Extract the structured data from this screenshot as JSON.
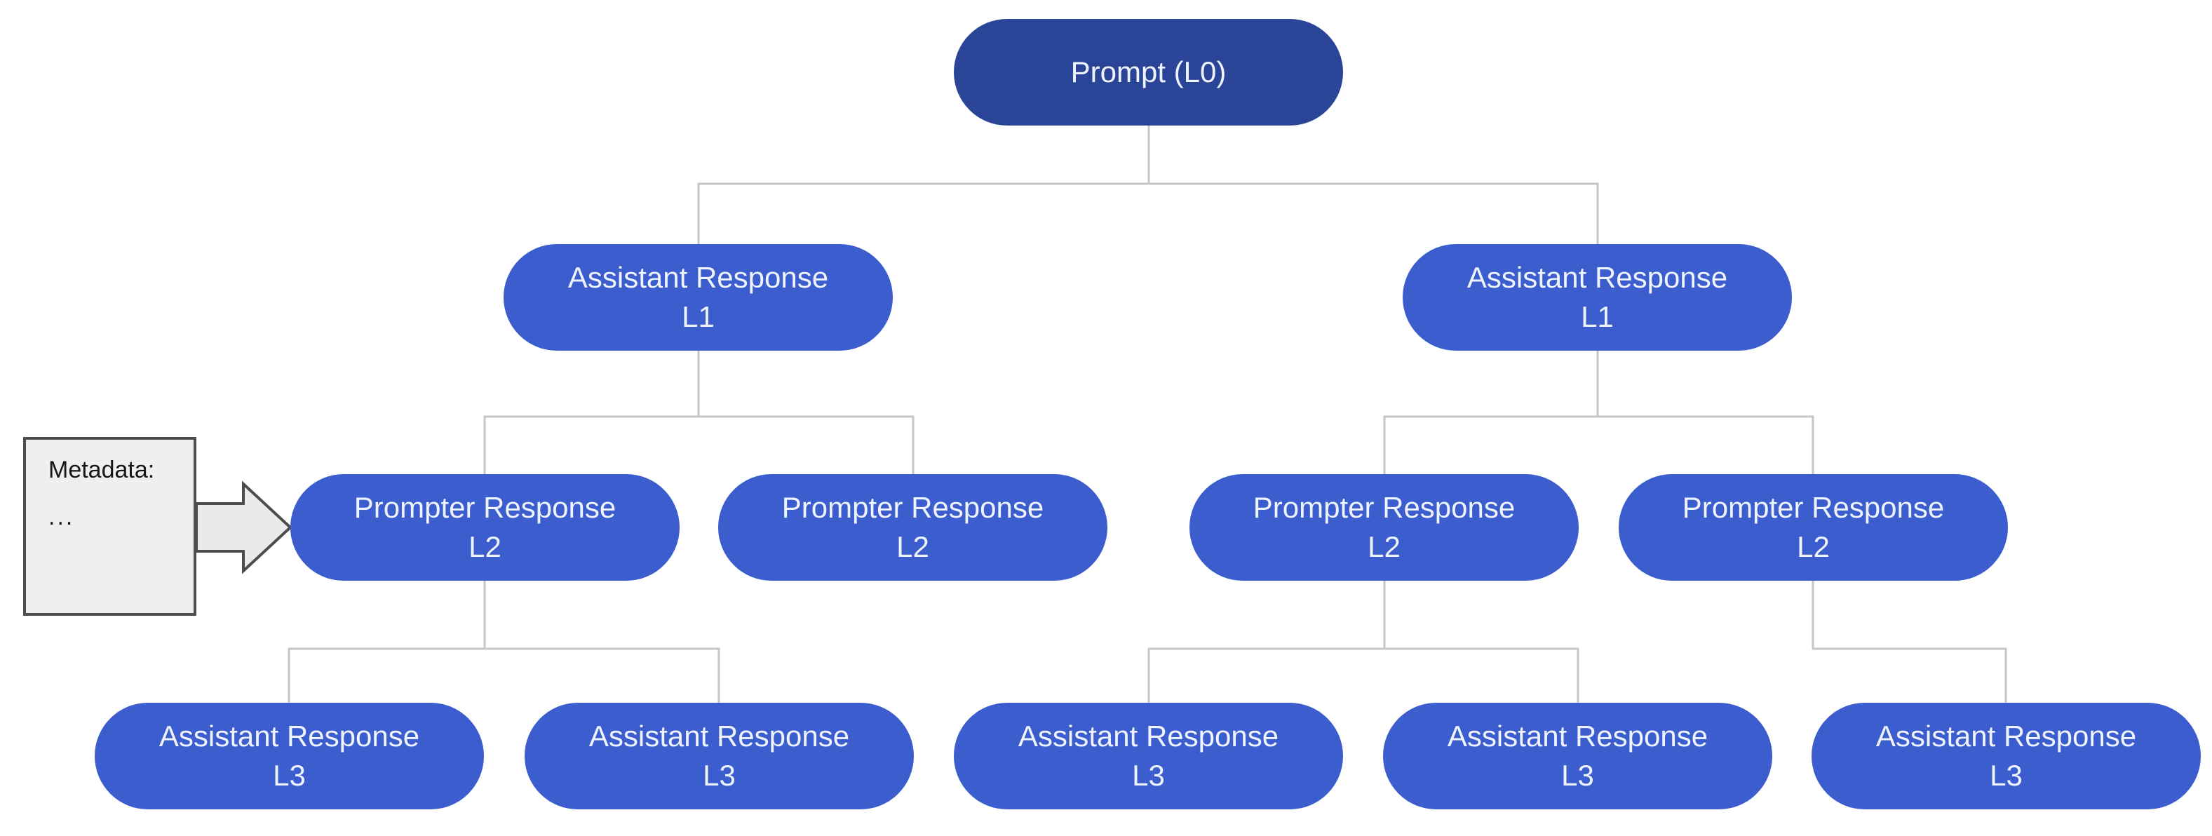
{
  "diagram": {
    "nodes": [
      {
        "id": "l0",
        "level": 0,
        "line1": "Prompt (L0)",
        "line2": ""
      },
      {
        "id": "l1-1",
        "level": 1,
        "line1": "Assistant Response",
        "line2": "L1"
      },
      {
        "id": "l1-2",
        "level": 1,
        "line1": "Assistant Response",
        "line2": "L1"
      },
      {
        "id": "l2-1",
        "level": 2,
        "line1": "Prompter Response",
        "line2": "L2"
      },
      {
        "id": "l2-2",
        "level": 2,
        "line1": "Prompter Response",
        "line2": "L2"
      },
      {
        "id": "l2-3",
        "level": 2,
        "line1": "Prompter Response",
        "line2": "L2"
      },
      {
        "id": "l2-4",
        "level": 2,
        "line1": "Prompter Response",
        "line2": "L2"
      },
      {
        "id": "l3-1",
        "level": 3,
        "line1": "Assistant Response",
        "line2": "L3"
      },
      {
        "id": "l3-2",
        "level": 3,
        "line1": "Assistant Response",
        "line2": "L3"
      },
      {
        "id": "l3-3",
        "level": 3,
        "line1": "Assistant Response",
        "line2": "L3"
      },
      {
        "id": "l3-4",
        "level": 3,
        "line1": "Assistant Response",
        "line2": "L3"
      },
      {
        "id": "l3-5",
        "level": 3,
        "line1": "Assistant Response",
        "line2": "L3"
      }
    ],
    "edges": [
      [
        "l0",
        "l1-1"
      ],
      [
        "l0",
        "l1-2"
      ],
      [
        "l1-1",
        "l2-1"
      ],
      [
        "l1-1",
        "l2-2"
      ],
      [
        "l1-2",
        "l2-3"
      ],
      [
        "l1-2",
        "l2-4"
      ],
      [
        "l2-1",
        "l3-1"
      ],
      [
        "l2-1",
        "l3-2"
      ],
      [
        "l2-3",
        "l3-3"
      ],
      [
        "l2-3",
        "l3-4"
      ],
      [
        "l2-4",
        "l3-5"
      ]
    ],
    "callout": {
      "title": "Metadata:",
      "body": "..."
    },
    "colors": {
      "background": "#ffffff",
      "root_fill": "#2a4497",
      "node_fill": "#3b5dce",
      "node_text": "#eef3fe",
      "connector": "#c5c7c6",
      "callout_fill": "#efefef",
      "callout_border": "#4d4d4d",
      "callout_text": "#161616",
      "arrow_fill": "#eaeaea",
      "arrow_border": "#4d4d4d"
    }
  }
}
